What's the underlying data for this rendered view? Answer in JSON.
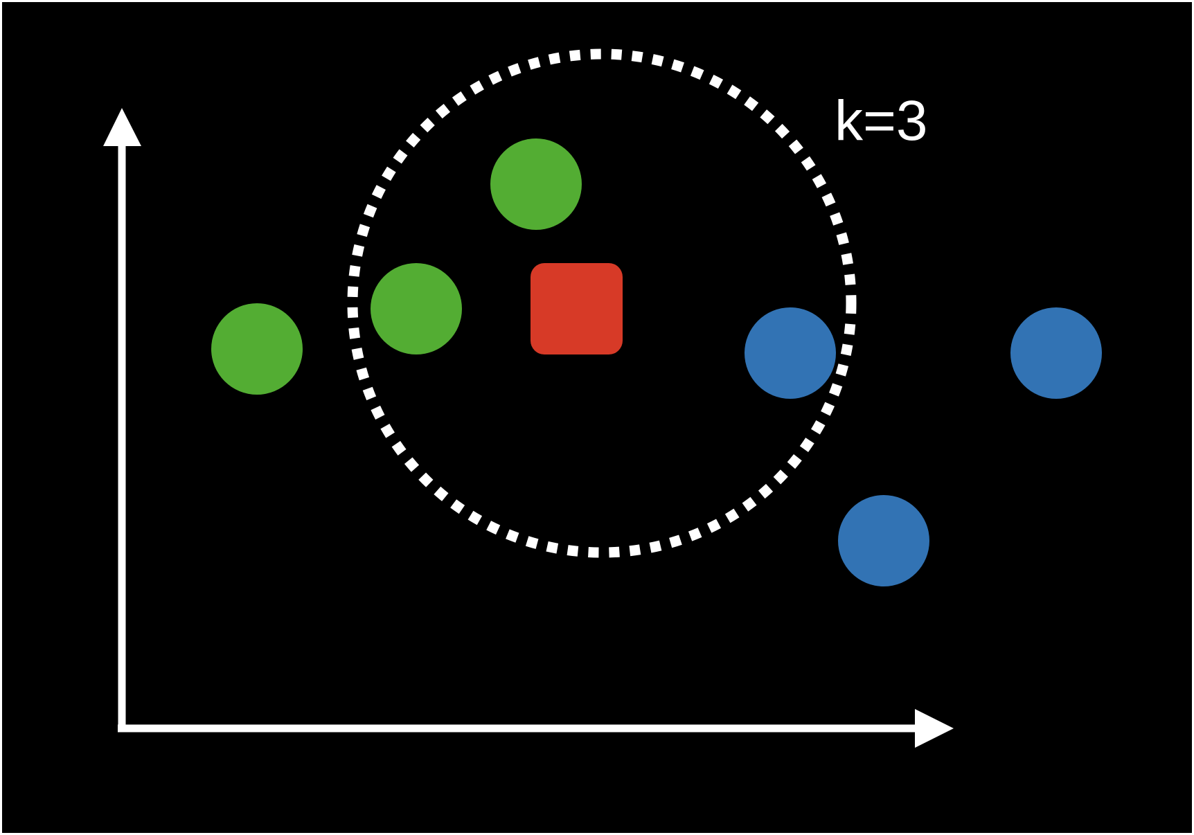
{
  "annotation": {
    "k_label": "k=3"
  },
  "colors": {
    "background": "#000000",
    "axes": "#ffffff",
    "neighborhood_ring": "#ffffff",
    "class_green": "#53ad33",
    "class_blue": "#3273b4",
    "query_point": "#d73a27"
  },
  "points": [
    {
      "class": "green",
      "shape": "circle"
    },
    {
      "class": "green",
      "shape": "circle"
    },
    {
      "class": "green",
      "shape": "circle"
    },
    {
      "class": "blue",
      "shape": "circle"
    },
    {
      "class": "blue",
      "shape": "circle"
    },
    {
      "class": "blue",
      "shape": "circle"
    }
  ],
  "query": {
    "class": "unknown",
    "shape": "rounded-square"
  }
}
